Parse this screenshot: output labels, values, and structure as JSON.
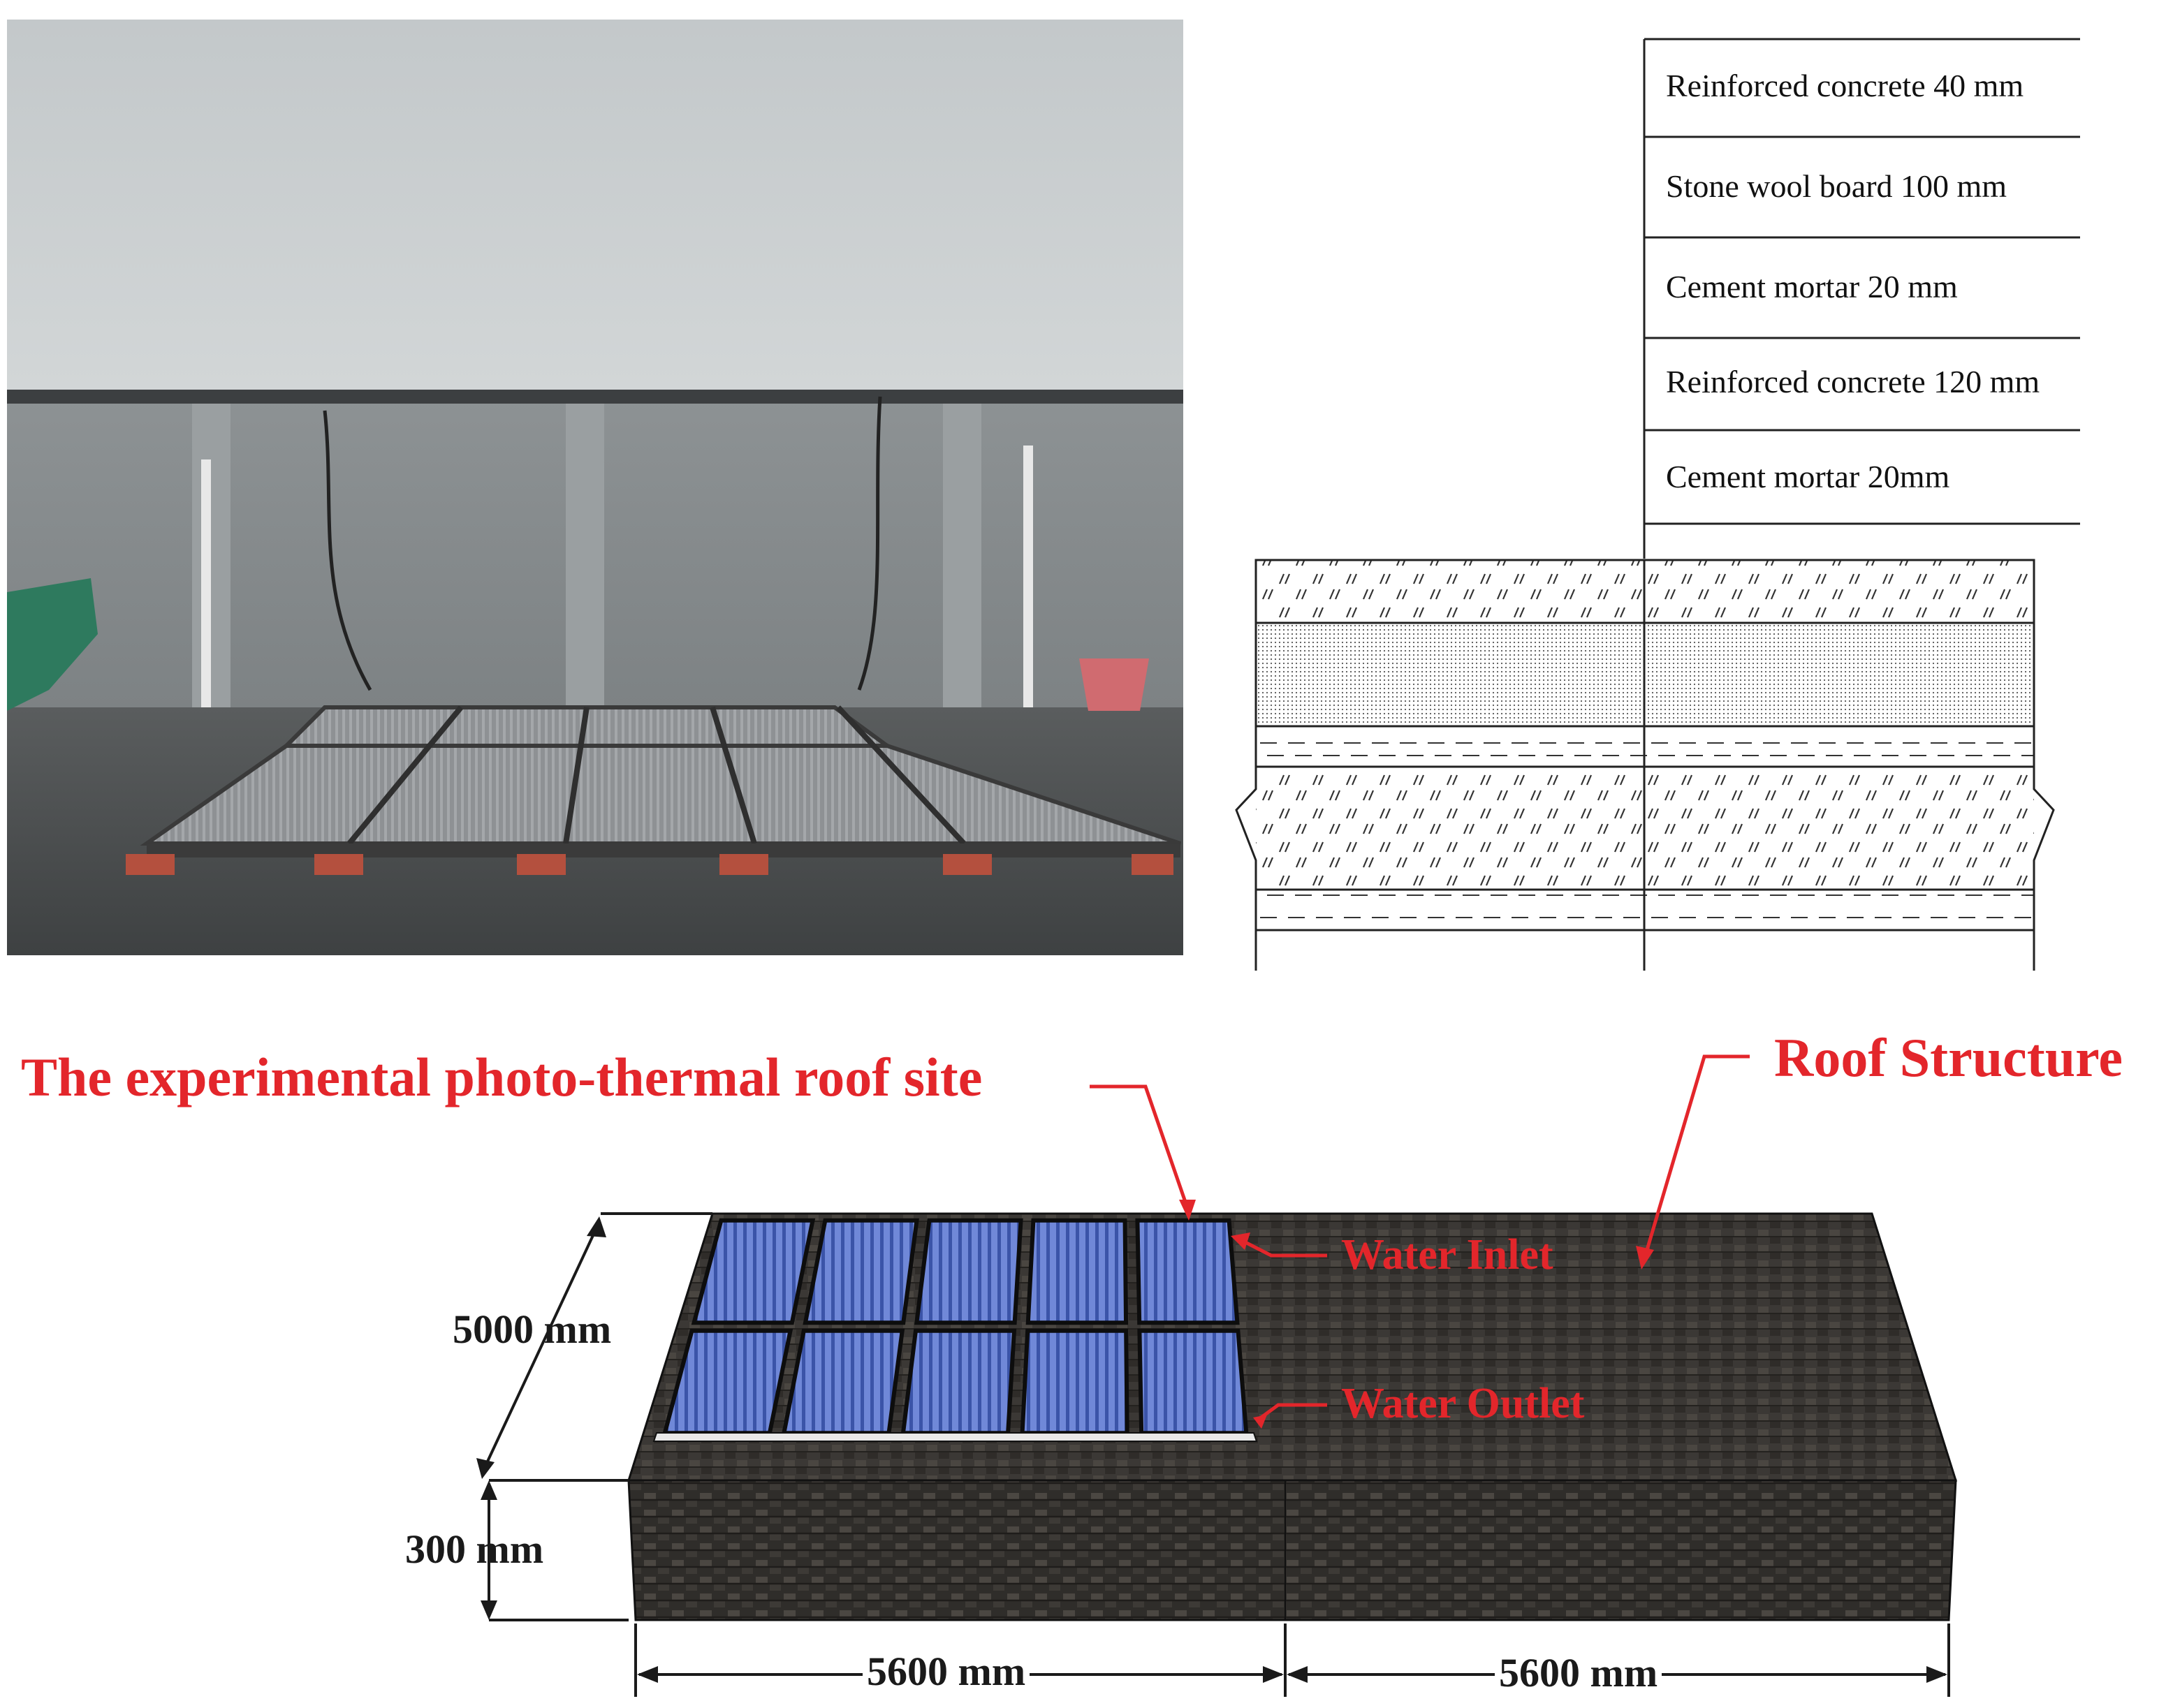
{
  "photo": {
    "alt": "",
    "colors": {
      "sky": "#c6cbcd",
      "wall": "#8f9496",
      "panel": "#8a8d90",
      "floor": "#4c4f51",
      "brick": "#b4503e"
    }
  },
  "layers": [
    {
      "label": "Reinforced concrete  40 mm"
    },
    {
      "label": "Stone wool board  100 mm"
    },
    {
      "label": "Cement mortar 20 mm"
    },
    {
      "label": "Reinforced concrete 120 mm"
    },
    {
      "label": "Cement mortar 20mm"
    }
  ],
  "annotations": {
    "site_label": "The experimental photo-thermal roof site",
    "roof_label": "Roof Structure",
    "water_inlet": "Water Inlet",
    "water_outlet": "Water Outlet"
  },
  "dimensions": {
    "depth": "5000 mm",
    "height": "300 mm",
    "width_left": "5600 mm",
    "width_right": "5600 mm"
  },
  "colors": {
    "annotation_red": "#e3262b",
    "collector_blue": "#6f86d6",
    "roof_dark": "#3d3a36"
  }
}
